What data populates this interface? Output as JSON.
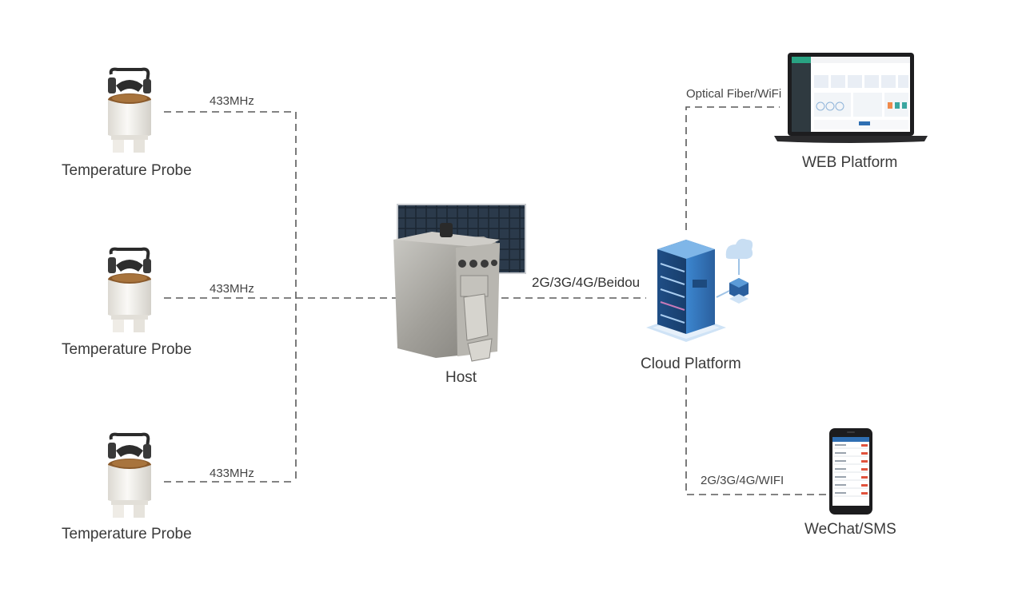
{
  "nodes": {
    "probe_1": {
      "label": "Temperature Probe"
    },
    "probe_2": {
      "label": "Temperature Probe"
    },
    "probe_3": {
      "label": "Temperature Probe"
    },
    "host": {
      "label": "Host"
    },
    "cloud": {
      "label": "Cloud Platform"
    },
    "web": {
      "label": "WEB Platform"
    },
    "wechat": {
      "label": "WeChat/SMS"
    }
  },
  "links": {
    "probe_1_host": "433MHz",
    "probe_2_host": "433MHz",
    "probe_3_host": "433MHz",
    "host_cloud": "2G/3G/4G/Beidou",
    "cloud_web": "Optical Fiber/WiFi",
    "cloud_wechat": "2G/3G/4G/WIFI"
  },
  "colors": {
    "connector": "#5a5a5a",
    "server_blue": "#2f6fb3",
    "server_light": "#5b9bd8",
    "steel": "#a9a8a3",
    "probe_body": "#f3f1ec",
    "probe_cap": "#8a5a2b"
  }
}
